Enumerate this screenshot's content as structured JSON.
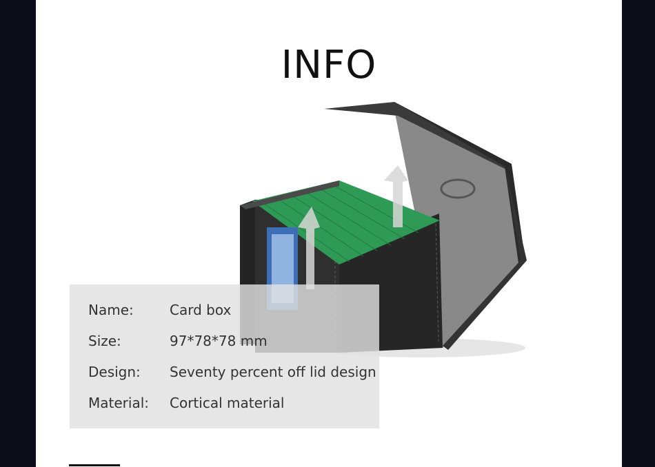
{
  "title": "INFO",
  "specs": [
    {
      "label": "Name:",
      "value": "Card box"
    },
    {
      "label": "Size:",
      "value": "97*78*78 mm"
    },
    {
      "label": "Design:",
      "value": "Seventy percent off lid design"
    },
    {
      "label": "Material:",
      "value": "Cortical material"
    }
  ],
  "colors": {
    "frame": "#0d0d1a",
    "page": "#ffffff",
    "box_leather": "#2b2b2b",
    "lid_inner": "#8f8f8f",
    "cards": "#2f9a55",
    "info_panel": "#e1e1e1"
  }
}
